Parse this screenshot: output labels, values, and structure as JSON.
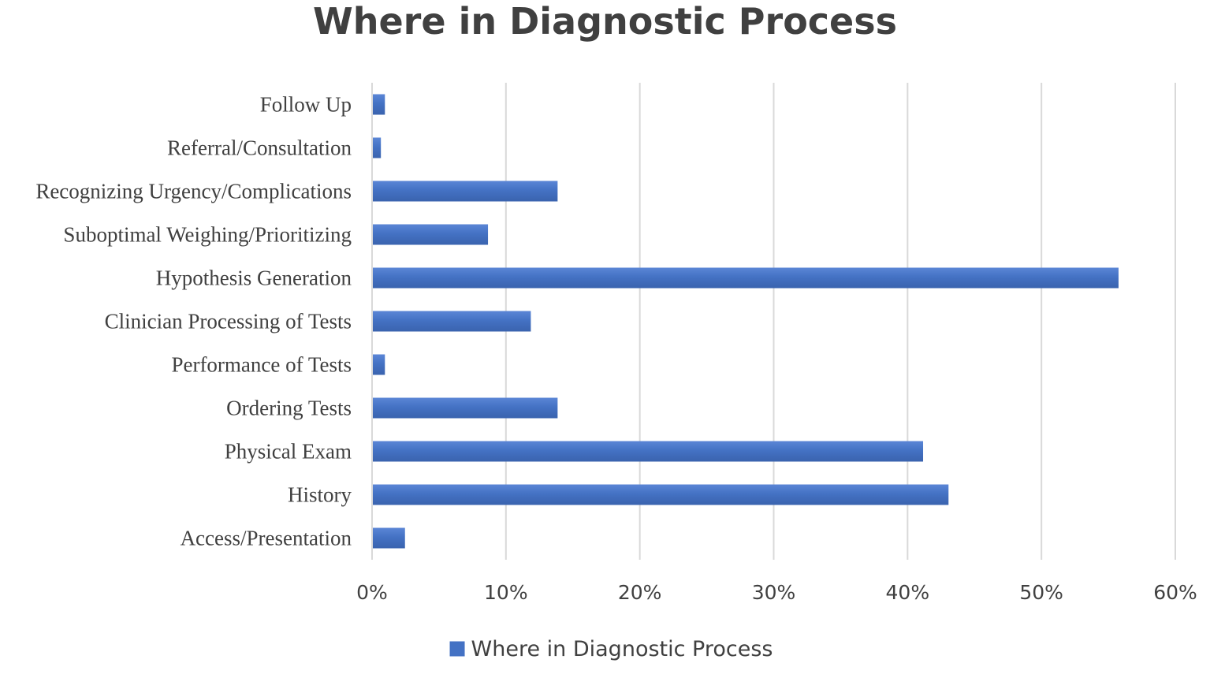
{
  "chart_data": {
    "type": "bar",
    "orientation": "horizontal",
    "title": "Where in Diagnostic Process",
    "xlabel": "",
    "ylabel": "",
    "categories": [
      "Access/Presentation",
      "History",
      "Physical Exam",
      "Ordering Tests",
      "Performance of Tests",
      "Clinician Processing of Tests",
      "Hypothesis Generation",
      "Suboptimal Weighing/Prioritizing",
      "Recognizing Urgency/Complications",
      "Referral/Consultation",
      "Follow Up"
    ],
    "series": [
      {
        "name": "Where in Diagnostic Process",
        "values": [
          2.4,
          43.0,
          41.1,
          13.8,
          0.9,
          11.8,
          55.7,
          8.6,
          13.8,
          0.6,
          0.9
        ]
      }
    ],
    "xlim": [
      0,
      60
    ],
    "xticks": [
      0,
      10,
      20,
      30,
      40,
      50,
      60
    ],
    "tick_format_suffix": "%",
    "grid": true,
    "legend_position": "bottom",
    "bar_color": "#4472C4",
    "grid_color": "#D9D9D9",
    "text_color": "#404040"
  }
}
